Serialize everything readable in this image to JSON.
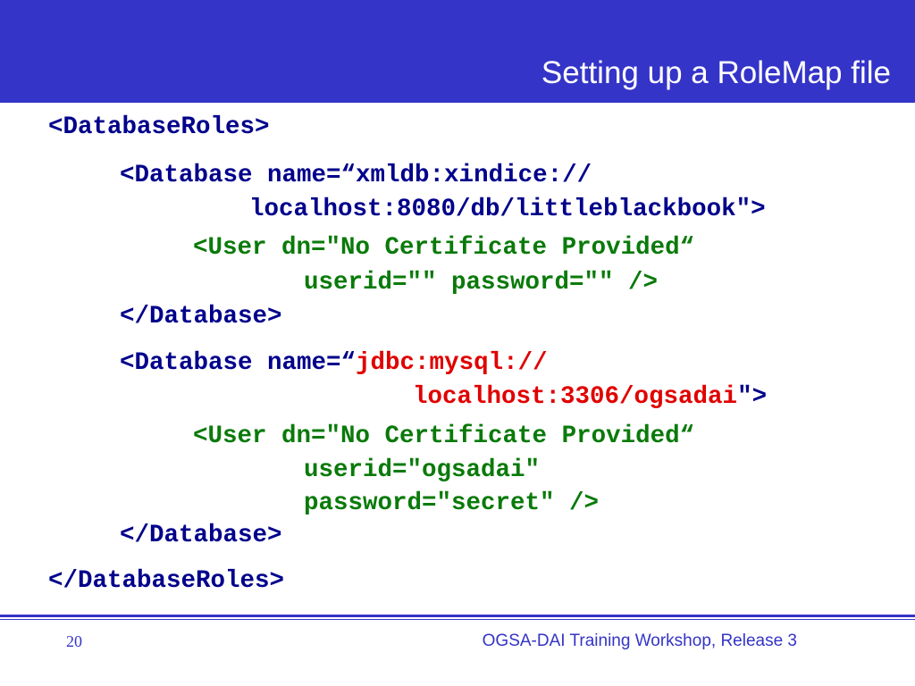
{
  "title": "Setting up a RoleMap file",
  "colors": {
    "header": "#3434c8",
    "tag_text": "#00008b",
    "user_text": "#0a7a0a",
    "highlight_text": "#e00000"
  },
  "code": {
    "l01": "<DatabaseRoles>",
    "l02": "<Database name=“xmldb:xindice://",
    "l03": "localhost:8080/db/littleblackbook\">",
    "l04": "<User dn=\"No Certificate Provided“",
    "l05": "userid=\"\" password=\"\" />",
    "l06": "</Database>",
    "l07a": "<Database name=“",
    "l07b": "jdbc:mysql://",
    "l08a": "localhost:3306/ogsadai",
    "l08b": "\">",
    "l09": "<User dn=\"No Certificate Provided“",
    "l10": "userid=\"ogsadai\"",
    "l11": "password=\"secret\" />",
    "l12": "</Database>",
    "l13": "</DatabaseRoles>"
  },
  "footer": {
    "page_number": "20",
    "text": "OGSA-DAI Training Workshop, Release 3"
  }
}
